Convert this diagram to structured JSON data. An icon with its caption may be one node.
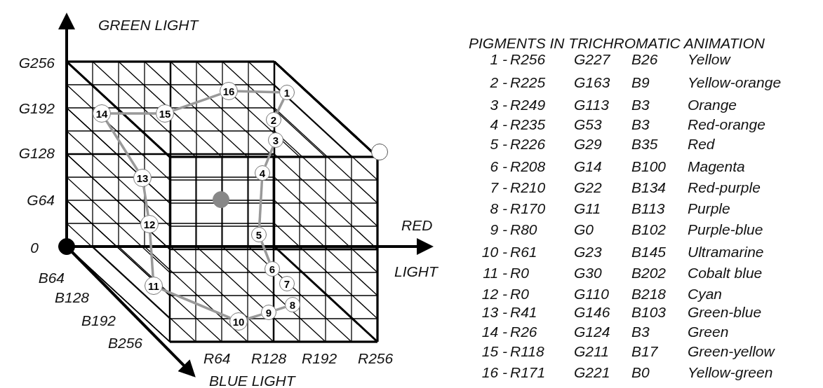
{
  "diagram": {
    "title": "PIGMENTS IN TRICHROMATIC ANIMATION",
    "nodes": [
      {
        "text": [
          "1"
        ]
      },
      {
        "text": [
          "2"
        ]
      },
      {
        "text": [
          "3"
        ]
      },
      {
        "text": [
          "4"
        ]
      },
      {
        "text": [
          "5"
        ]
      },
      {
        "text": [
          "6"
        ]
      },
      {
        "text": [
          "7"
        ]
      },
      {
        "text": [
          "8"
        ]
      },
      {
        "text": [
          "9"
        ]
      },
      {
        "text": [
          "10"
        ]
      },
      {
        "text": [
          "11"
        ]
      },
      {
        "text": [
          "12"
        ]
      },
      {
        "text": [
          "13"
        ]
      },
      {
        "text": [
          "14"
        ]
      },
      {
        "text": [
          "15"
        ]
      },
      {
        "text": [
          "16"
        ]
      },
      {
        "text": [],
        "shape": "circle"
      },
      {
        "text": [],
        "shape": "circle"
      },
      {
        "text": [],
        "shape": "circle"
      }
    ],
    "edges": [
      {
        "from": 15,
        "to": 0,
        "arrow": "none"
      },
      {
        "from": 0,
        "to": 1,
        "arrow": "none"
      },
      {
        "from": 2,
        "to": 3,
        "arrow": "none"
      },
      {
        "from": 3,
        "to": 4,
        "arrow": "none"
      },
      {
        "from": 4,
        "to": 5,
        "arrow": "none"
      },
      {
        "from": 7,
        "to": 8,
        "arrow": "none"
      },
      {
        "from": 8,
        "to": 9,
        "arrow": "none"
      },
      {
        "from": 9,
        "to": 10,
        "arrow": "none"
      },
      {
        "from": 10,
        "to": 11,
        "arrow": "none"
      },
      {
        "from": 11,
        "to": 12,
        "arrow": "none"
      },
      {
        "from": 12,
        "to": 13,
        "arrow": "none"
      },
      {
        "from": 13,
        "to": 14,
        "arrow": "none"
      },
      {
        "from": 14,
        "to": 15,
        "arrow": "none"
      }
    ],
    "labels": [
      "GREEN LIGHT",
      "G256",
      "G192",
      "G128",
      "G64",
      "RED",
      "0",
      "B64",
      "LIGHT",
      "B128",
      "B192",
      "B256",
      "R64",
      "R128",
      "R192",
      "R256",
      "BLUE LIGHT",
      "1 -",
      "R256",
      "G227",
      "B26",
      "Yellow",
      "2 -",
      "R225",
      "G163",
      "B9",
      "Yellow-orange",
      "3 -",
      "R249",
      "G113",
      "B3",
      "Orange",
      "4 -",
      "R235",
      "G53",
      "B3",
      "Red-orange",
      "5 -",
      "R226",
      "G29",
      "B35",
      "Red",
      "6 -",
      "R208",
      "G14",
      "B100",
      "Magenta",
      "7 -",
      "R210",
      "G22",
      "B134",
      "Red-purple",
      "8 -",
      "R170",
      "G11",
      "B113",
      "Purple",
      "9 -",
      "R80",
      "G0",
      "B102",
      "Purple-blue",
      "10 -",
      "R61",
      "G23",
      "B145",
      "Ultramarine",
      "11 -",
      "R0",
      "G30",
      "B202",
      "Cobalt blue",
      "12 -",
      "R0",
      "G110",
      "B218",
      "Cyan",
      "13 -",
      "R41",
      "G146",
      "B103",
      "Green-blue",
      "14 -",
      "R26",
      "G124",
      "B3",
      "Green",
      "15 -",
      "R118",
      "G211",
      "B17",
      "Green-yellow",
      "16 -",
      "R171",
      "G221",
      "B0",
      "Yellow-green"
    ]
  }
}
